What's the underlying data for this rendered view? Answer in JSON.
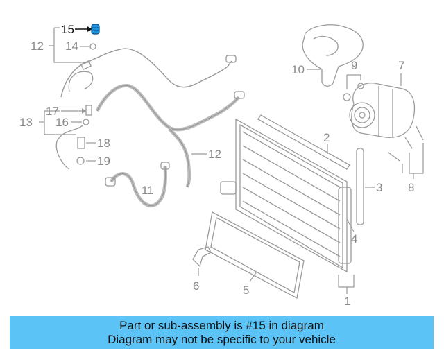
{
  "colors": {
    "banner_bg": "#5bc3f5",
    "highlight_part": "#1e90e0",
    "line_art": "#9a9a9a",
    "label_text": "#8a8a8a",
    "highlight_label": "#111111"
  },
  "callouts": {
    "c1": "1",
    "c2": "2",
    "c3": "3",
    "c4": "4",
    "c5": "5",
    "c6": "6",
    "c7": "7",
    "c8": "8",
    "c9": "9",
    "c10": "10",
    "c11": "11",
    "c12a": "12",
    "c12b": "12",
    "c13": "13",
    "c14": "14",
    "c15": "15",
    "c16": "16",
    "c17": "17",
    "c18": "18",
    "c19": "19"
  },
  "banner": {
    "line1": "Part or sub-assembly is #15 in diagram",
    "line2": "Diagram may not be specific to your vehicle"
  }
}
